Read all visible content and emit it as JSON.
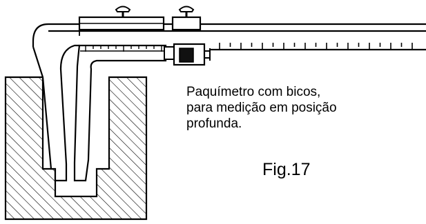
{
  "description": {
    "line1": "Paquímetro com bicos,",
    "line2": "para medição em posição",
    "line3": "profunda."
  },
  "figure_label": "Fig.17",
  "colors": {
    "ink": "#000000",
    "background": "#ffffff"
  }
}
